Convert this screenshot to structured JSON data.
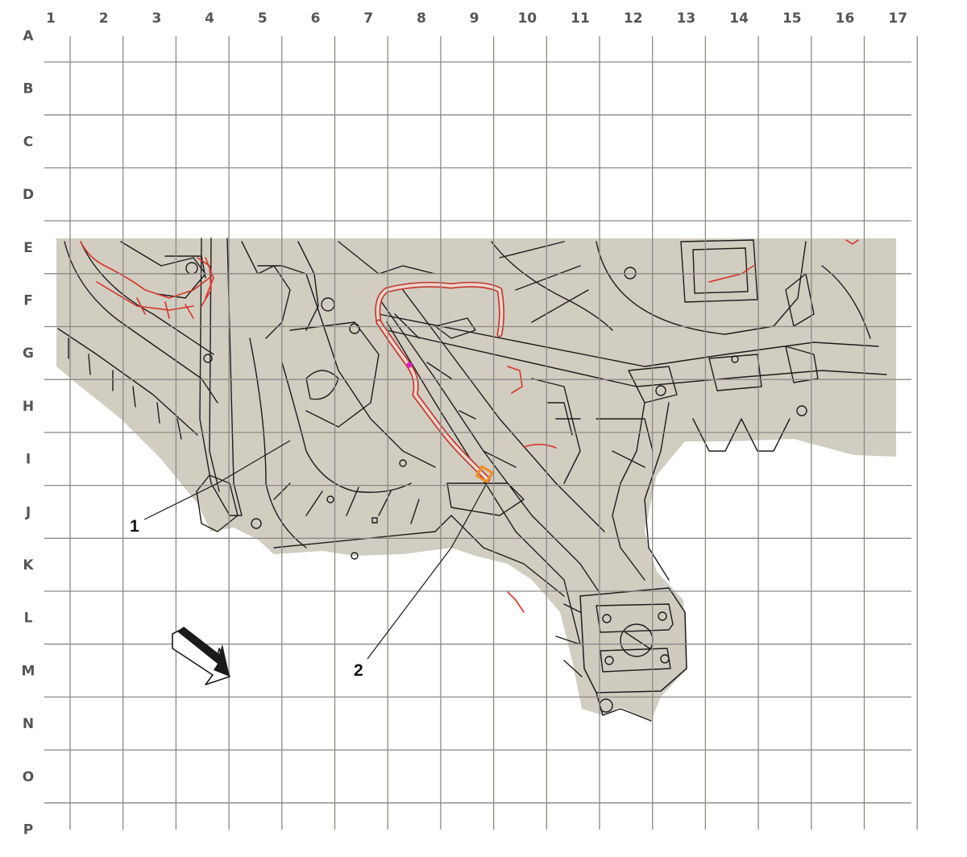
{
  "grid": {
    "columns": [
      "1",
      "2",
      "3",
      "4",
      "5",
      "6",
      "7",
      "8",
      "9",
      "10",
      "11",
      "12",
      "13",
      "14",
      "15",
      "16",
      "17"
    ],
    "rows": [
      "A",
      "B",
      "C",
      "D",
      "E",
      "F",
      "G",
      "H",
      "I",
      "J",
      "K",
      "L",
      "M",
      "N",
      "O",
      "P"
    ]
  },
  "callouts": [
    {
      "label": "1"
    },
    {
      "label": "2"
    }
  ],
  "colors": {
    "background": "#ffffff",
    "drawing_fill": "#d1cdc1",
    "harness": "#d9332b",
    "connector_highlight": "#f28c1e",
    "splice_highlight": "#e020c0",
    "grid": "#8a8a84"
  },
  "icons": [
    "direction-arrow-icon"
  ]
}
